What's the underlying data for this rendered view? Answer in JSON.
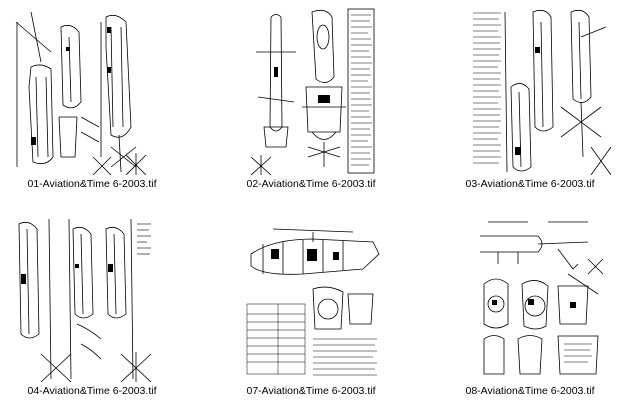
{
  "thumbnails": [
    {
      "filename": "01-Aviation&Time 6-2003.tif",
      "icon": "helicopter-side-views-icon"
    },
    {
      "filename": "02-Aviation&Time 6-2003.tif",
      "icon": "helicopter-top-view-icon"
    },
    {
      "filename": "03-Aviation&Time 6-2003.tif",
      "icon": "helicopter-side-views-icon"
    },
    {
      "filename": "04-Aviation&Time 6-2003.tif",
      "icon": "helicopter-fuselage-views-icon"
    },
    {
      "filename": "07-Aviation&Time 6-2003.tif",
      "icon": "helicopter-cutaway-icon"
    },
    {
      "filename": "08-Aviation&Time 6-2003.tif",
      "icon": "helicopter-details-icon"
    }
  ],
  "colors": {
    "background": "#ffffff",
    "ink": "#000000"
  }
}
